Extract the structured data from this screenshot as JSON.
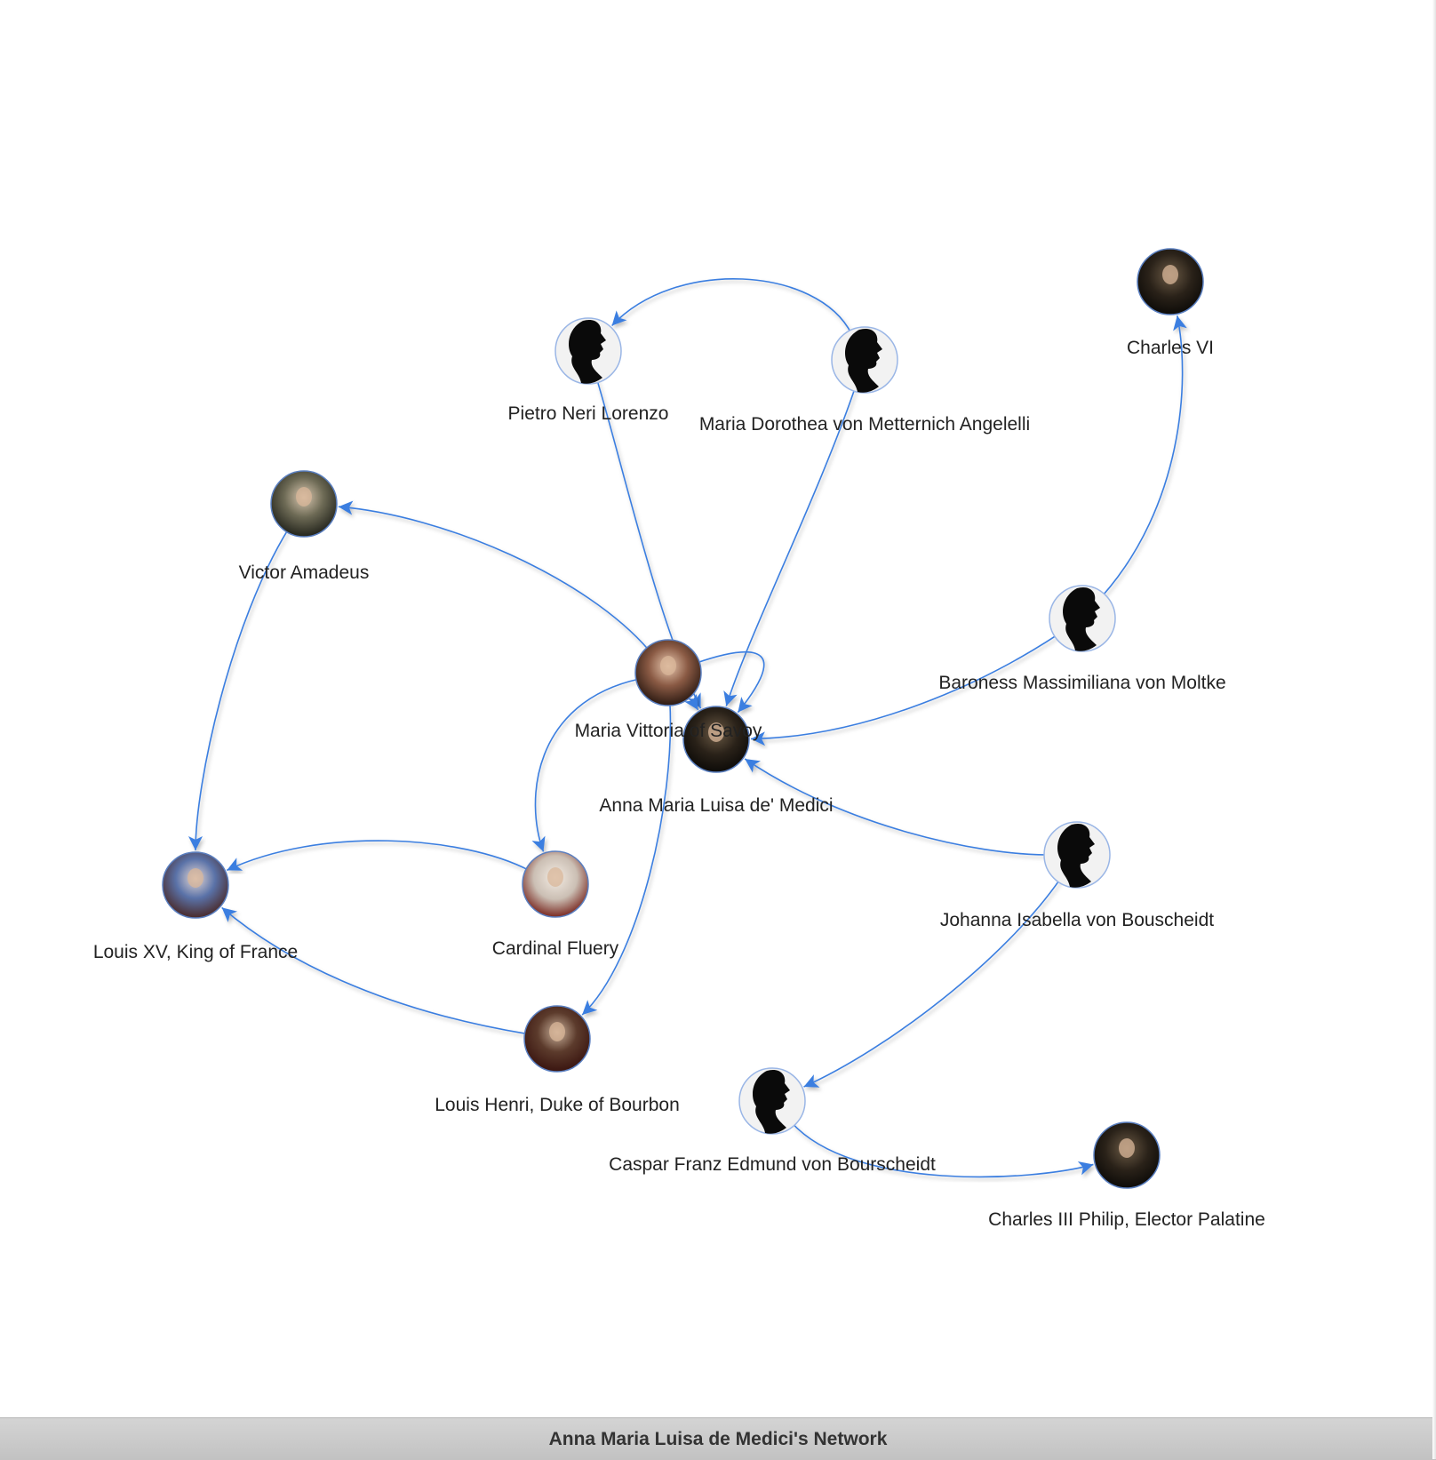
{
  "title": "Anna Maria Luisa de Medici's Network",
  "colors": {
    "edge": "#3a7ee0",
    "label": "#222222",
    "footer_bg": "#c8c8c8",
    "silhouette_bg": "#f2f2f2"
  },
  "nodes": [
    {
      "id": "anna",
      "label": "Anna Maria Luisa de' Medici",
      "image": "portrait-icon",
      "tone": "dark"
    },
    {
      "id": "vittoria",
      "label": "Maria Vittoria of Savoy",
      "image": "portrait-icon",
      "tone": "warm"
    },
    {
      "id": "pietro",
      "label": "Pietro Neri Lorenzo",
      "image": "silhouette-icon"
    },
    {
      "id": "dorothea",
      "label": "Maria Dorothea von Metternich Angelelli",
      "image": "silhouette-icon"
    },
    {
      "id": "charles6",
      "label": "Charles VI",
      "image": "portrait-icon",
      "tone": "dark"
    },
    {
      "id": "victor",
      "label": "Victor Amadeus",
      "image": "portrait-icon",
      "tone": "olive"
    },
    {
      "id": "baroness",
      "label": "Baroness Massimiliana von Moltke",
      "image": "silhouette-icon"
    },
    {
      "id": "louis15",
      "label": "Louis XV, King of France",
      "image": "portrait-icon",
      "tone": "blue"
    },
    {
      "id": "fleury",
      "label": "Cardinal Fluery",
      "image": "portrait-icon",
      "tone": "light"
    },
    {
      "id": "johanna",
      "label": "Johanna Isabella von Bouscheidt",
      "image": "silhouette-icon"
    },
    {
      "id": "henri",
      "label": "Louis Henri, Duke of Bourbon",
      "image": "portrait-icon",
      "tone": "red"
    },
    {
      "id": "caspar",
      "label": "Caspar Franz Edmund von Bourscheidt",
      "image": "silhouette-icon"
    },
    {
      "id": "charles3",
      "label": "Charles III Philip, Elector Palatine",
      "image": "portrait-icon",
      "tone": "dark"
    }
  ],
  "edges": [
    {
      "from": "dorothea",
      "to": "pietro"
    },
    {
      "from": "pietro",
      "to": "anna"
    },
    {
      "from": "dorothea",
      "to": "anna"
    },
    {
      "from": "baroness",
      "to": "charles6"
    },
    {
      "from": "baroness",
      "to": "anna"
    },
    {
      "from": "vittoria",
      "to": "victor"
    },
    {
      "from": "vittoria",
      "to": "anna"
    },
    {
      "from": "vittoria",
      "to": "anna"
    },
    {
      "from": "victor",
      "to": "louis15"
    },
    {
      "from": "vittoria",
      "to": "fleury"
    },
    {
      "from": "vittoria",
      "to": "henri"
    },
    {
      "from": "fleury",
      "to": "louis15"
    },
    {
      "from": "henri",
      "to": "louis15"
    },
    {
      "from": "johanna",
      "to": "anna"
    },
    {
      "from": "johanna",
      "to": "caspar"
    },
    {
      "from": "caspar",
      "to": "charles3"
    }
  ]
}
